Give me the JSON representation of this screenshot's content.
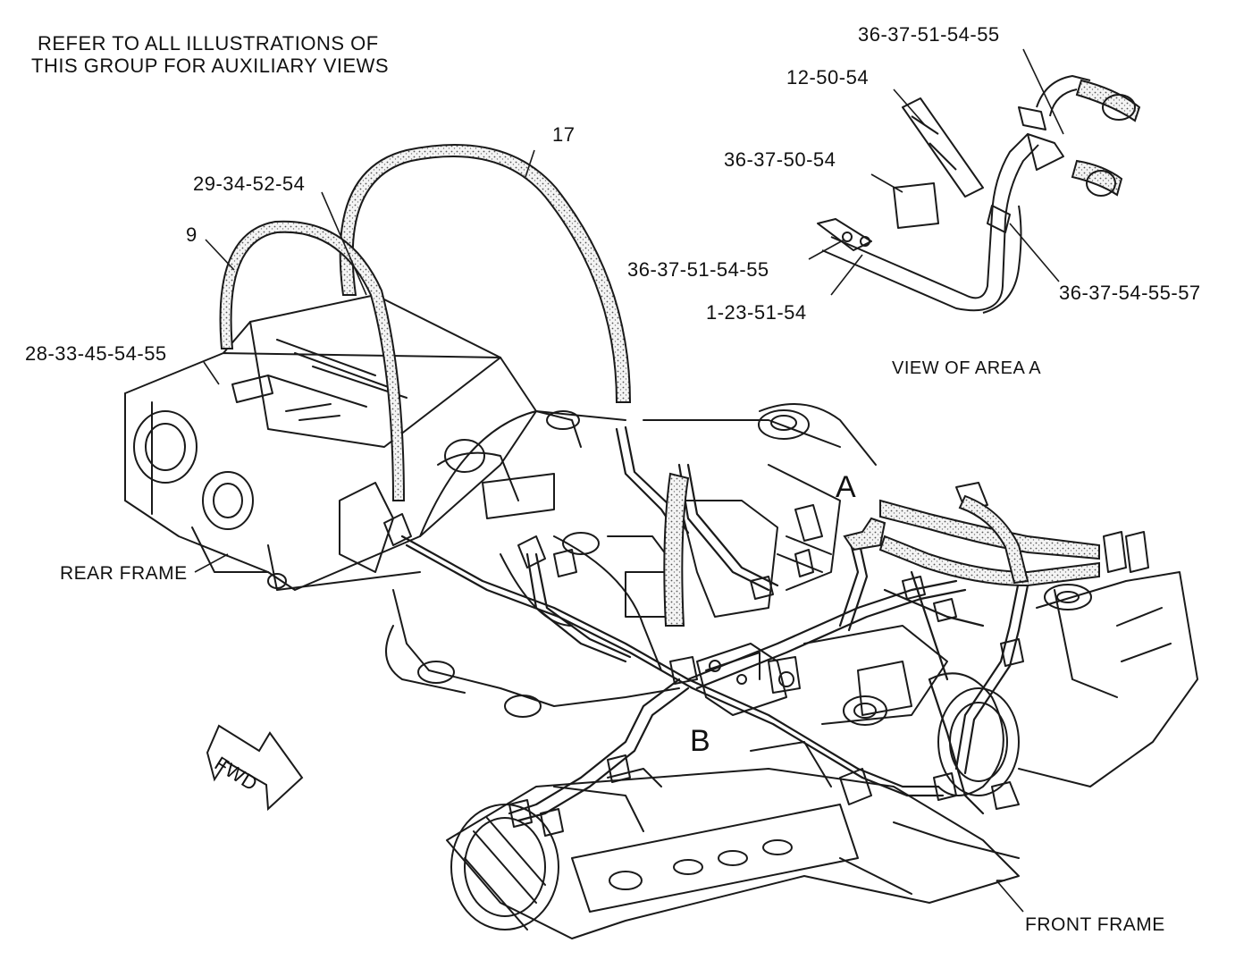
{
  "header_note": {
    "line1": "REFER TO ALL ILLUSTRATIONS OF",
    "line2": "THIS GROUP FOR AUXILIARY VIEWS"
  },
  "callouts": {
    "item_17": "17",
    "item_29_34_52_54": "29-34-52-54",
    "item_9": "9",
    "item_28_33_45_54_55": "28-33-45-54-55",
    "item_36_37_51_54_55_top": "36-37-51-54-55",
    "item_12_50_54": "12-50-54",
    "item_36_37_50_54": "36-37-50-54",
    "item_36_37_51_54_55_mid": "36-37-51-54-55",
    "item_1_23_51_54": "1-23-51-54",
    "item_36_37_54_55_57": "36-37-54-55-57"
  },
  "area_labels": {
    "view_of_area_a": "VIEW OF AREA A",
    "area_a": "A",
    "area_b": "B"
  },
  "frame_labels": {
    "rear_frame": "REAR FRAME",
    "front_frame": "FRONT FRAME"
  },
  "direction": {
    "fwd": "FWD"
  },
  "colors": {
    "line": "#1a1a1a",
    "hose_fill": "#e9e9e9"
  }
}
